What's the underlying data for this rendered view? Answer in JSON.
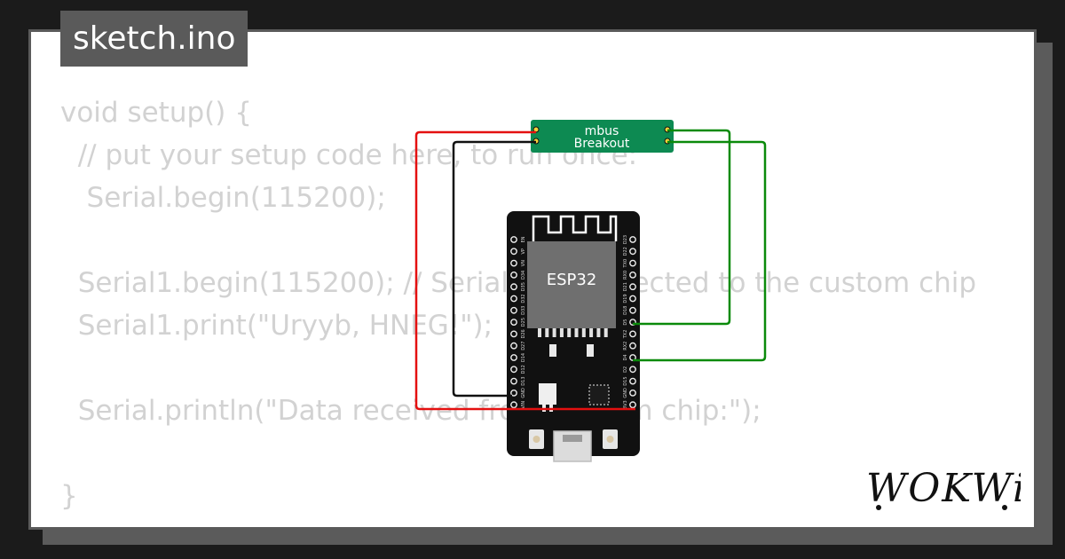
{
  "file_tab": {
    "label": "sketch.ino"
  },
  "code_lines": [
    "void setup() {",
    "  // put your setup code here, to run once:",
    "   Serial.begin(115200);",
    "",
    "  Serial1.begin(115200); // Serial1 is connected to the custom chip",
    "  Serial1.print(\"Uryyb, HNEG!\");",
    "",
    "  Serial.println(\"Data received from custom chip:\");",
    "",
    "}"
  ],
  "breakout": {
    "line1": "mbus",
    "line2": "Breakout"
  },
  "esp32": {
    "chip_label": "ESP32",
    "left_pins": [
      "EN",
      "VP",
      "VN",
      "D34",
      "D35",
      "D32",
      "D33",
      "D25",
      "D26",
      "D27",
      "D14",
      "D12",
      "D13",
      "GND",
      "VIN"
    ],
    "right_pins": [
      "D23",
      "D22",
      "TX0",
      "RX0",
      "D21",
      "D19",
      "D18",
      "D5",
      "TX2",
      "RX2",
      "D4",
      "D2",
      "D15",
      "GND",
      "3V3"
    ]
  },
  "wires": {
    "power_color": "#e41010",
    "ground_color": "#111111",
    "signal_color": "#0a8a0a"
  },
  "logo": {
    "text": "WOKWi"
  }
}
